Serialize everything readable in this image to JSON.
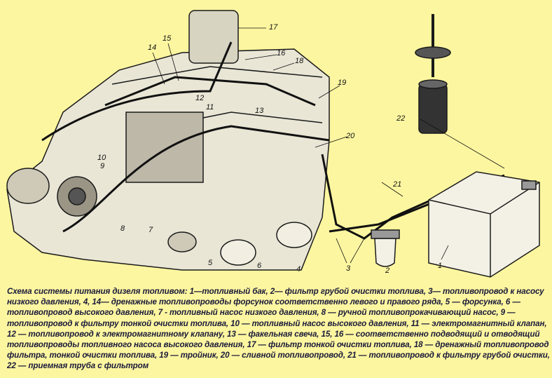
{
  "caption": "Схема системы питания дизеля топливом: 1—топливный бак, 2— фильтр грубой очистки топлива, 3— топливопровод к насосу низкого давления, 4, 14— дренажные топливопроводы форсунок соответственно левого и правого ряда, 5 — форсунка, 6 — топливопровод высокого давления, 7 - топливный насос низкого давления, 8 — ручной топливопрокачивающий насос, 9 — топливопровод к фильтру тонкой очистки топлива, 10 — топливный насос высокого давления, 11 — электромагнитный клапан, 12 — топливопровод к электромагнитному клапану, 13 — факельная свеча, 15, 16 — соответственно подводящий и отводящий топливопроводы топливного насоса высокого давления, 17 — фильтр тонкой очистки топлива, 18 — дренажный топливопровод фильтра, тонкой очистки топлива, 19 — тройник, 20 — сливной топливопровод, 21 — топливопровод к фильтру грубой очистки, 22 — приемная труба с фильтром",
  "labels": {
    "l1": "1",
    "l2": "2",
    "l3": "3",
    "l4": "4",
    "l5": "5",
    "l6": "6",
    "l7": "7",
    "l8": "8",
    "l9": "9",
    "l10": "10",
    "l11": "11",
    "l12": "12",
    "l13": "13",
    "l14": "14",
    "l15": "15",
    "l16": "16",
    "l17": "17",
    "l18": "18",
    "l19": "19",
    "l20": "20",
    "l21": "21",
    "l22": "22"
  },
  "colors": {
    "background": "#fdf6a0",
    "ink": "#1a1a1a",
    "caption": "#1a1a3a"
  }
}
